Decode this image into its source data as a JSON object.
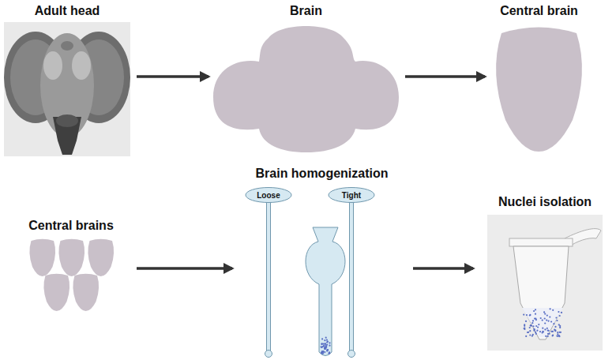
{
  "diagram": {
    "nodes": [
      {
        "text": [
          "Adult head"
        ]
      },
      {
        "text": [
          "Brain"
        ]
      },
      {
        "text": [
          "Central brain"
        ]
      },
      {
        "text": [
          "Central brains"
        ]
      },
      {
        "text": [
          "Brain homogenization"
        ]
      },
      {
        "text": [
          "Loose"
        ],
        "in": 4
      },
      {
        "text": [
          "Tight"
        ],
        "in": 4
      },
      {
        "text": [
          "Nuclei isolation"
        ]
      }
    ],
    "edges": [
      {
        "from": 0,
        "to": 1,
        "arrow": "to"
      },
      {
        "from": 1,
        "to": 2,
        "arrow": "to"
      },
      {
        "from": 3,
        "to": 4,
        "arrow": "to"
      },
      {
        "from": 4,
        "to": 7,
        "arrow": "to"
      }
    ]
  }
}
